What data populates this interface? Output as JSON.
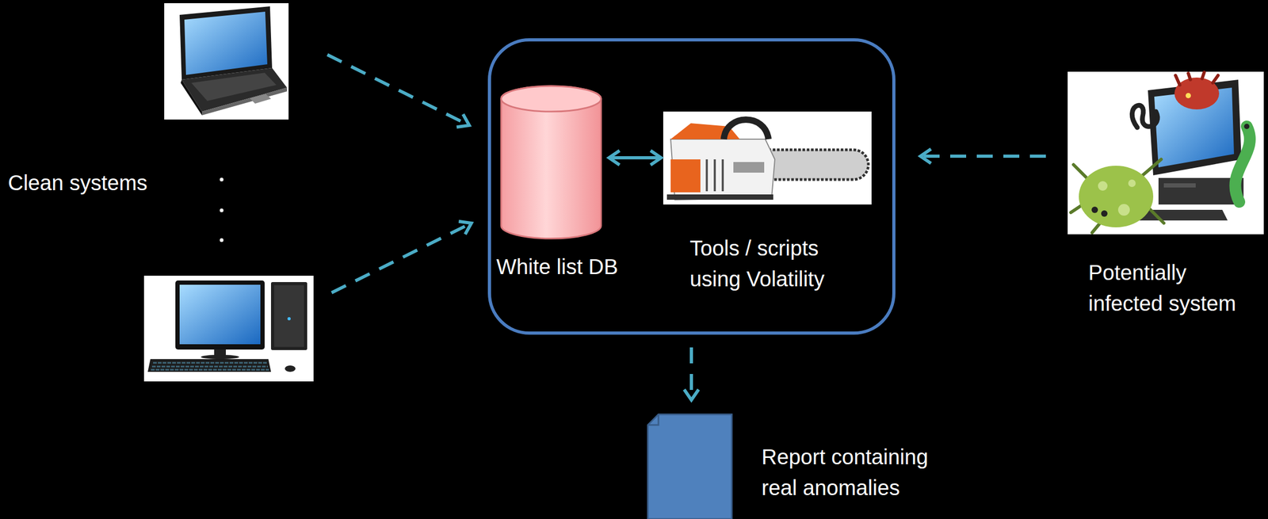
{
  "diagram": {
    "nodes": [
      {
        "text": [
          "Clean systems"
        ]
      },
      {
        "text": []
      },
      {
        "text": [
          "White list DB"
        ],
        "in": 1
      },
      {
        "text": [
          "Tools / scripts using Volatility"
        ],
        "in": 1
      },
      {
        "text": [
          "Potentially infected system"
        ]
      },
      {
        "text": [
          "Report containing real anomalies"
        ]
      }
    ],
    "edges": [
      {
        "from": 0,
        "to": 1,
        "arrow": "to"
      },
      {
        "from": 0,
        "to": 1,
        "arrow": "to"
      },
      {
        "from": 2,
        "to": 3,
        "arrow": "both"
      },
      {
        "from": 4,
        "to": 1,
        "arrow": "to"
      },
      {
        "from": 1,
        "to": 5,
        "arrow": "to"
      }
    ]
  }
}
